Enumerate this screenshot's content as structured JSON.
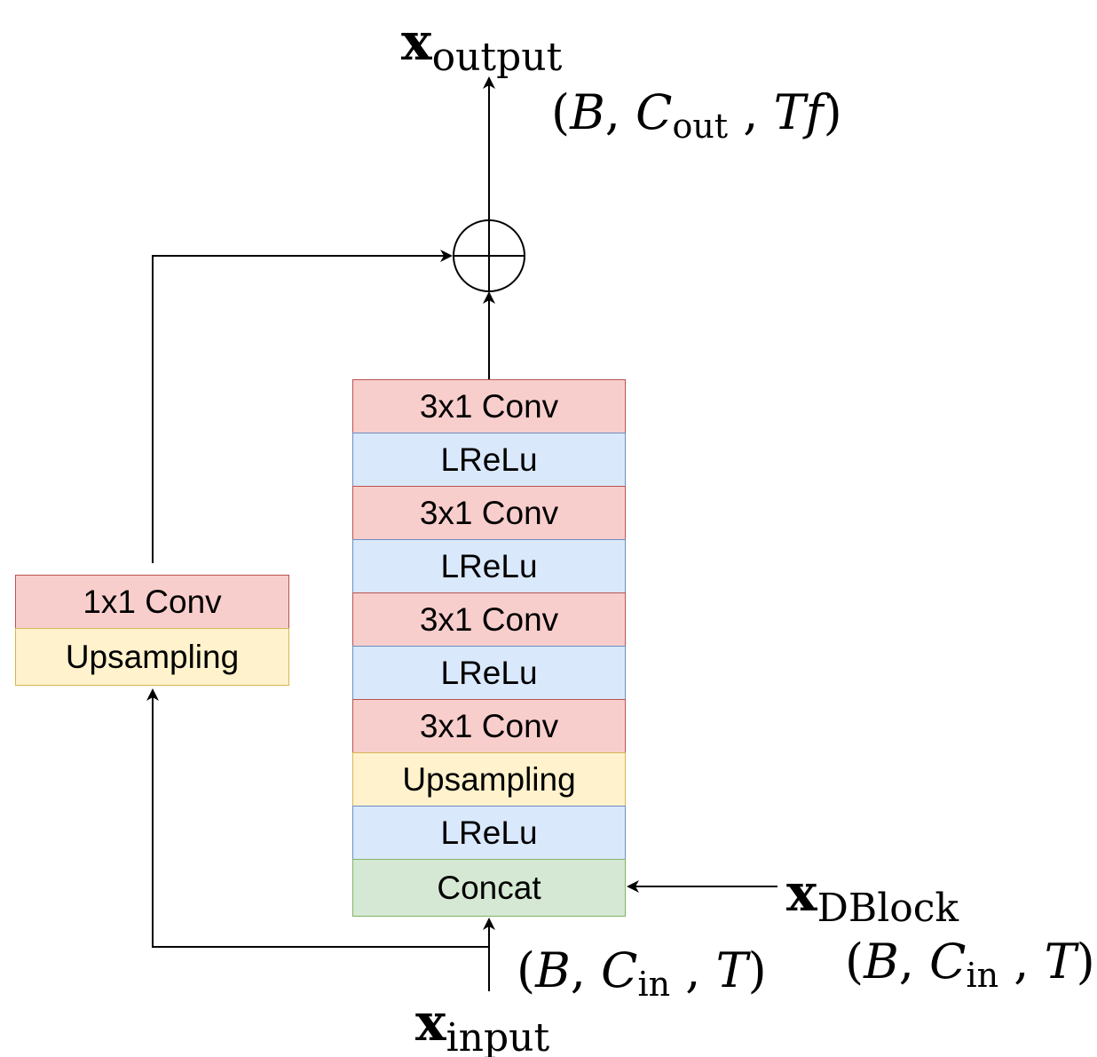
{
  "colors": {
    "conv_fill": "#f8cecc",
    "conv_border": "#b85450",
    "lrelu_fill": "#dae8fc",
    "lrelu_border": "#6c8ebf",
    "upsample_fill": "#fff2cc",
    "upsample_border": "#d6b656",
    "concat_fill": "#d5e8d4",
    "concat_border": "#82b366"
  },
  "main_stack": [
    {
      "label": "3x1 Conv",
      "kind": "conv"
    },
    {
      "label": "LReLu",
      "kind": "lrelu"
    },
    {
      "label": "3x1 Conv",
      "kind": "conv"
    },
    {
      "label": "LReLu",
      "kind": "lrelu"
    },
    {
      "label": "3x1 Conv",
      "kind": "conv"
    },
    {
      "label": "LReLu",
      "kind": "lrelu"
    },
    {
      "label": "3x1 Conv",
      "kind": "conv"
    },
    {
      "label": "Upsampling",
      "kind": "upsample"
    },
    {
      "label": "LReLu",
      "kind": "lrelu"
    },
    {
      "label": "Concat",
      "kind": "concat"
    }
  ],
  "residual_stack": [
    {
      "label": "1x1 Conv",
      "kind": "conv"
    },
    {
      "label": "Upsampling",
      "kind": "upsample"
    }
  ],
  "output_var": {
    "symbol": "x",
    "subscript": "output"
  },
  "input_var": {
    "symbol": "x",
    "subscript": "input"
  },
  "dblock_var": {
    "symbol": "x",
    "subscript": "DBlock"
  },
  "output_shape": {
    "open": "(",
    "B": "B",
    "sep1": ", ",
    "C": "C",
    "C_sub": "out",
    "sep2": " , ",
    "T": "T",
    "f": "f",
    "close": ")"
  },
  "input_shape": {
    "open": "(",
    "B": "B",
    "sep1": ", ",
    "C": "C",
    "C_sub": "in",
    "sep2": " , ",
    "T": "T",
    "close": ")"
  },
  "dblock_shape": {
    "open": "(",
    "B": "B",
    "sep1": ", ",
    "C": "C",
    "C_sub": "in",
    "sep2": " , ",
    "T": "T",
    "close": ")"
  }
}
